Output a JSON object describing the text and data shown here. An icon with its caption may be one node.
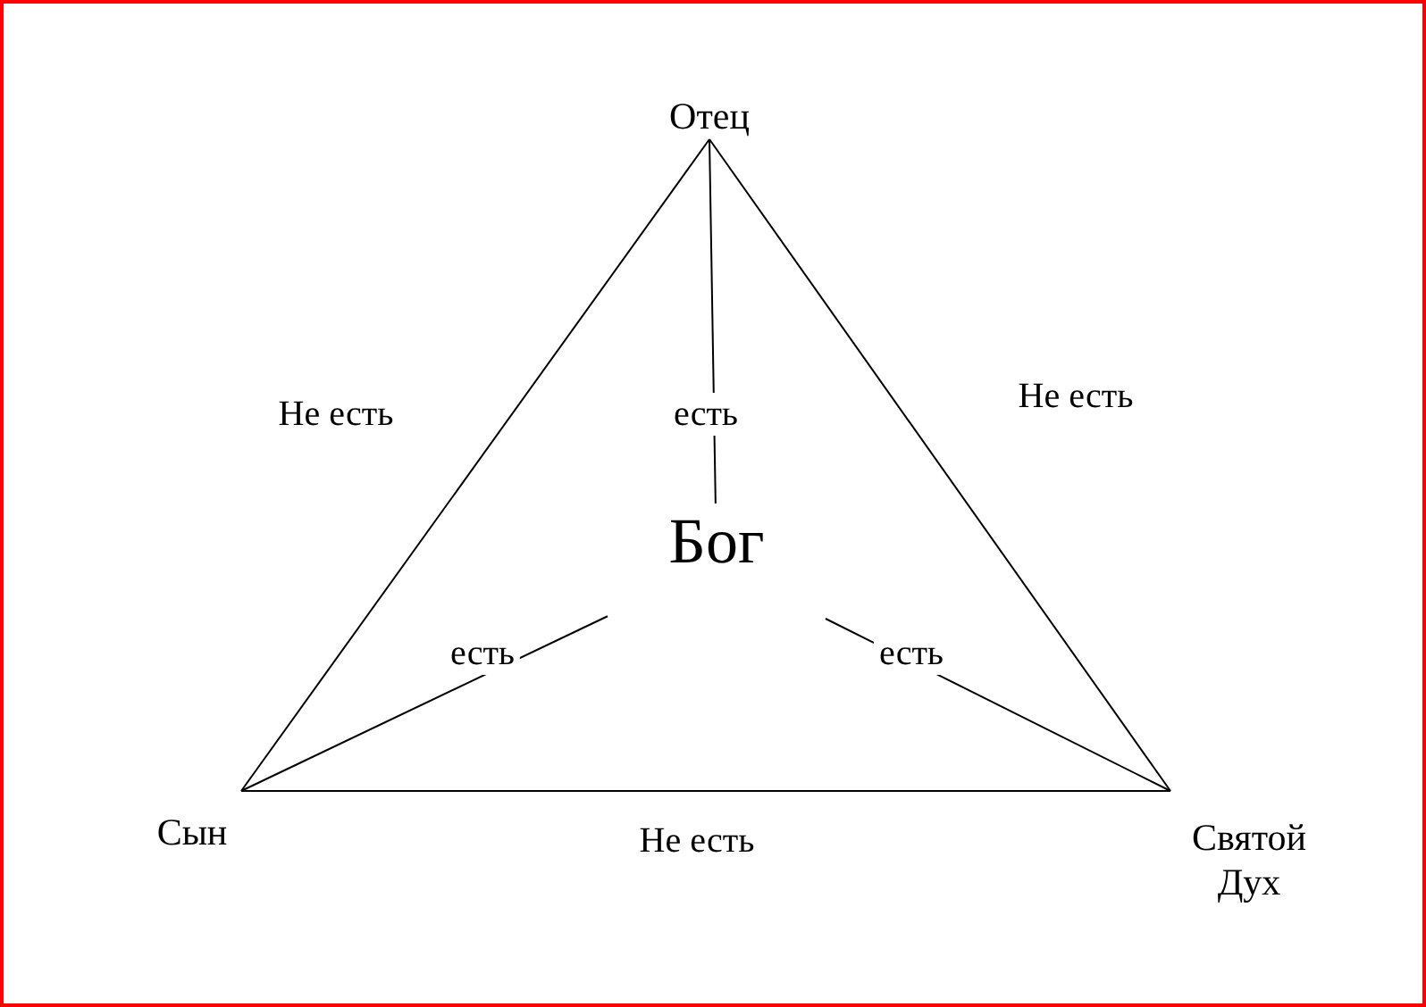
{
  "diagram": {
    "nodes": [
      {
        "text": [
          "Отец"
        ]
      },
      {
        "text": [
          "Сын"
        ]
      },
      {
        "text": [
          "Святой Дух"
        ]
      },
      {
        "text": [
          "Бог"
        ]
      }
    ],
    "edges": [
      {
        "from": 0,
        "to": 1,
        "arrow": "none",
        "label": "Не есть"
      },
      {
        "from": 0,
        "to": 2,
        "arrow": "none",
        "label": "Не есть"
      },
      {
        "from": 1,
        "to": 2,
        "arrow": "none",
        "label": "Не есть"
      },
      {
        "from": 0,
        "to": 3,
        "arrow": "none",
        "label": "есть"
      },
      {
        "from": 1,
        "to": 3,
        "arrow": "none",
        "label": "есть"
      },
      {
        "from": 2,
        "to": 3,
        "arrow": "none",
        "label": "есть"
      }
    ]
  }
}
